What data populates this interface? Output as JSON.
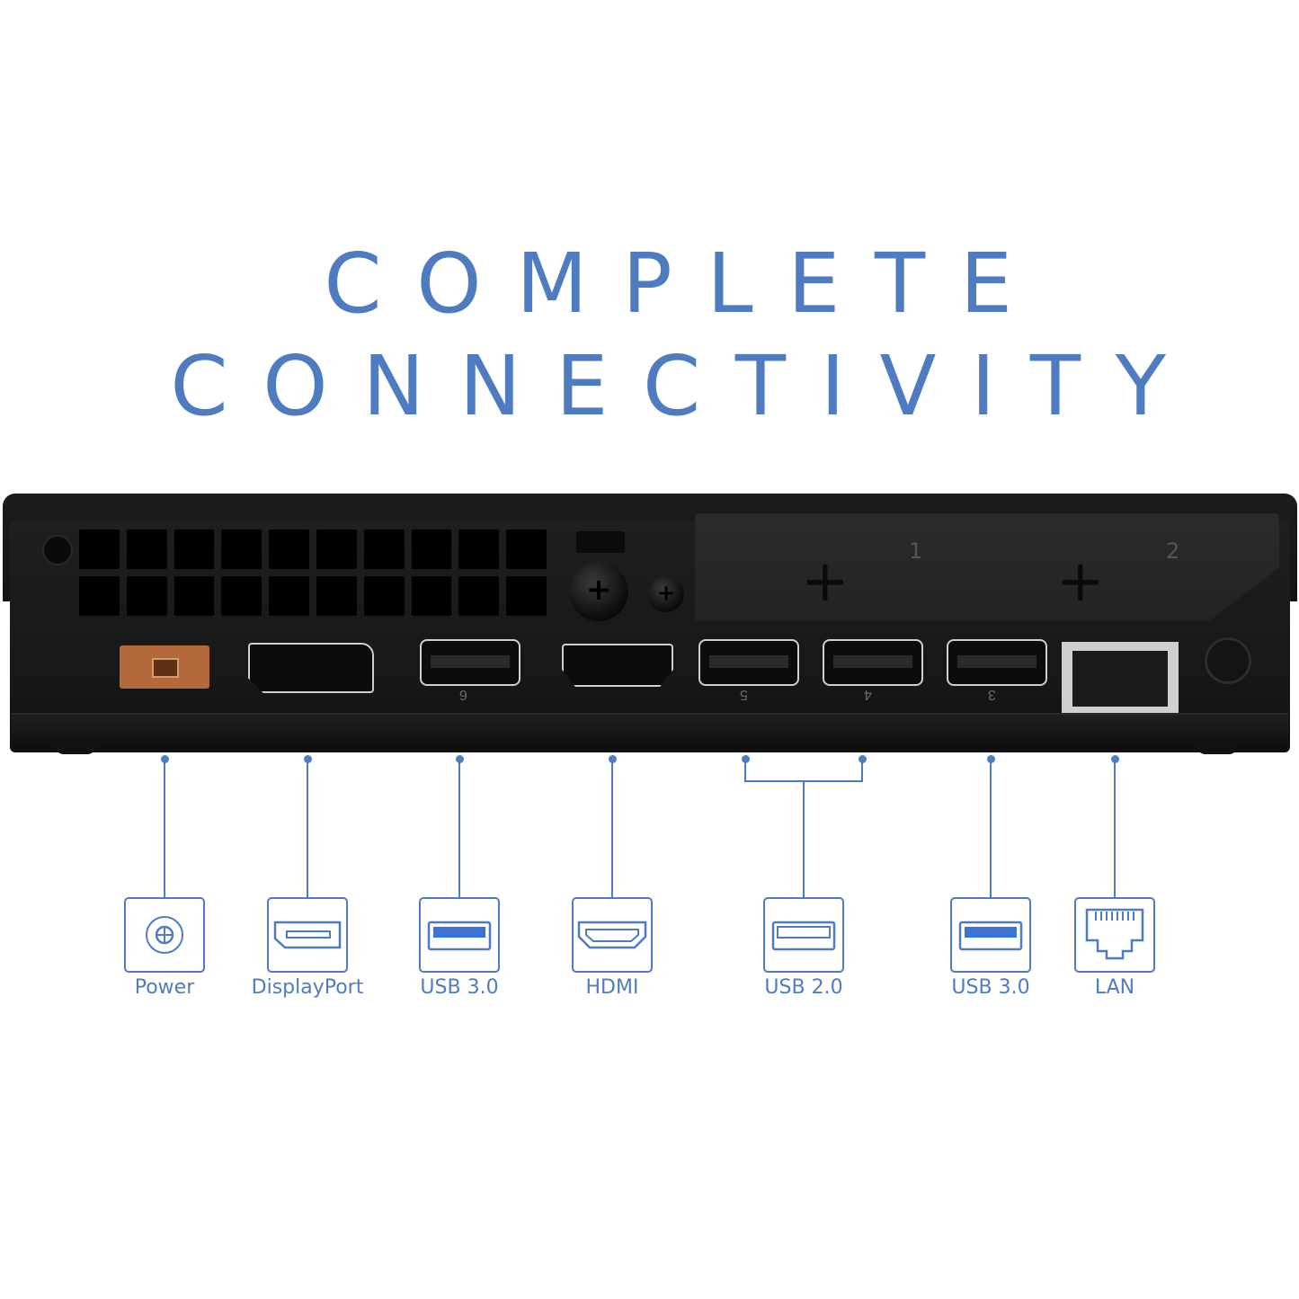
{
  "headline": {
    "line1": "COMPLETE",
    "line2": "CONNECTIVITY"
  },
  "device": {
    "slot_numbers": [
      "1",
      "2"
    ],
    "port_numbers": [
      "6",
      "5",
      "4",
      "3"
    ]
  },
  "ports": [
    {
      "label": "Power",
      "icon": "power-jack-icon"
    },
    {
      "label": "DisplayPort",
      "icon": "displayport-icon"
    },
    {
      "label": "USB 3.0",
      "icon": "usb3-icon"
    },
    {
      "label": "HDMI",
      "icon": "hdmi-icon"
    },
    {
      "label": "USB 2.0",
      "icon": "usb2-icon"
    },
    {
      "label": "USB 3.0",
      "icon": "usb3-icon"
    },
    {
      "label": "LAN",
      "icon": "lan-icon"
    }
  ],
  "colors": {
    "accent": "#4f7cc0",
    "usb3_fill": "#3b73d4",
    "power_port": "#b3693a"
  }
}
